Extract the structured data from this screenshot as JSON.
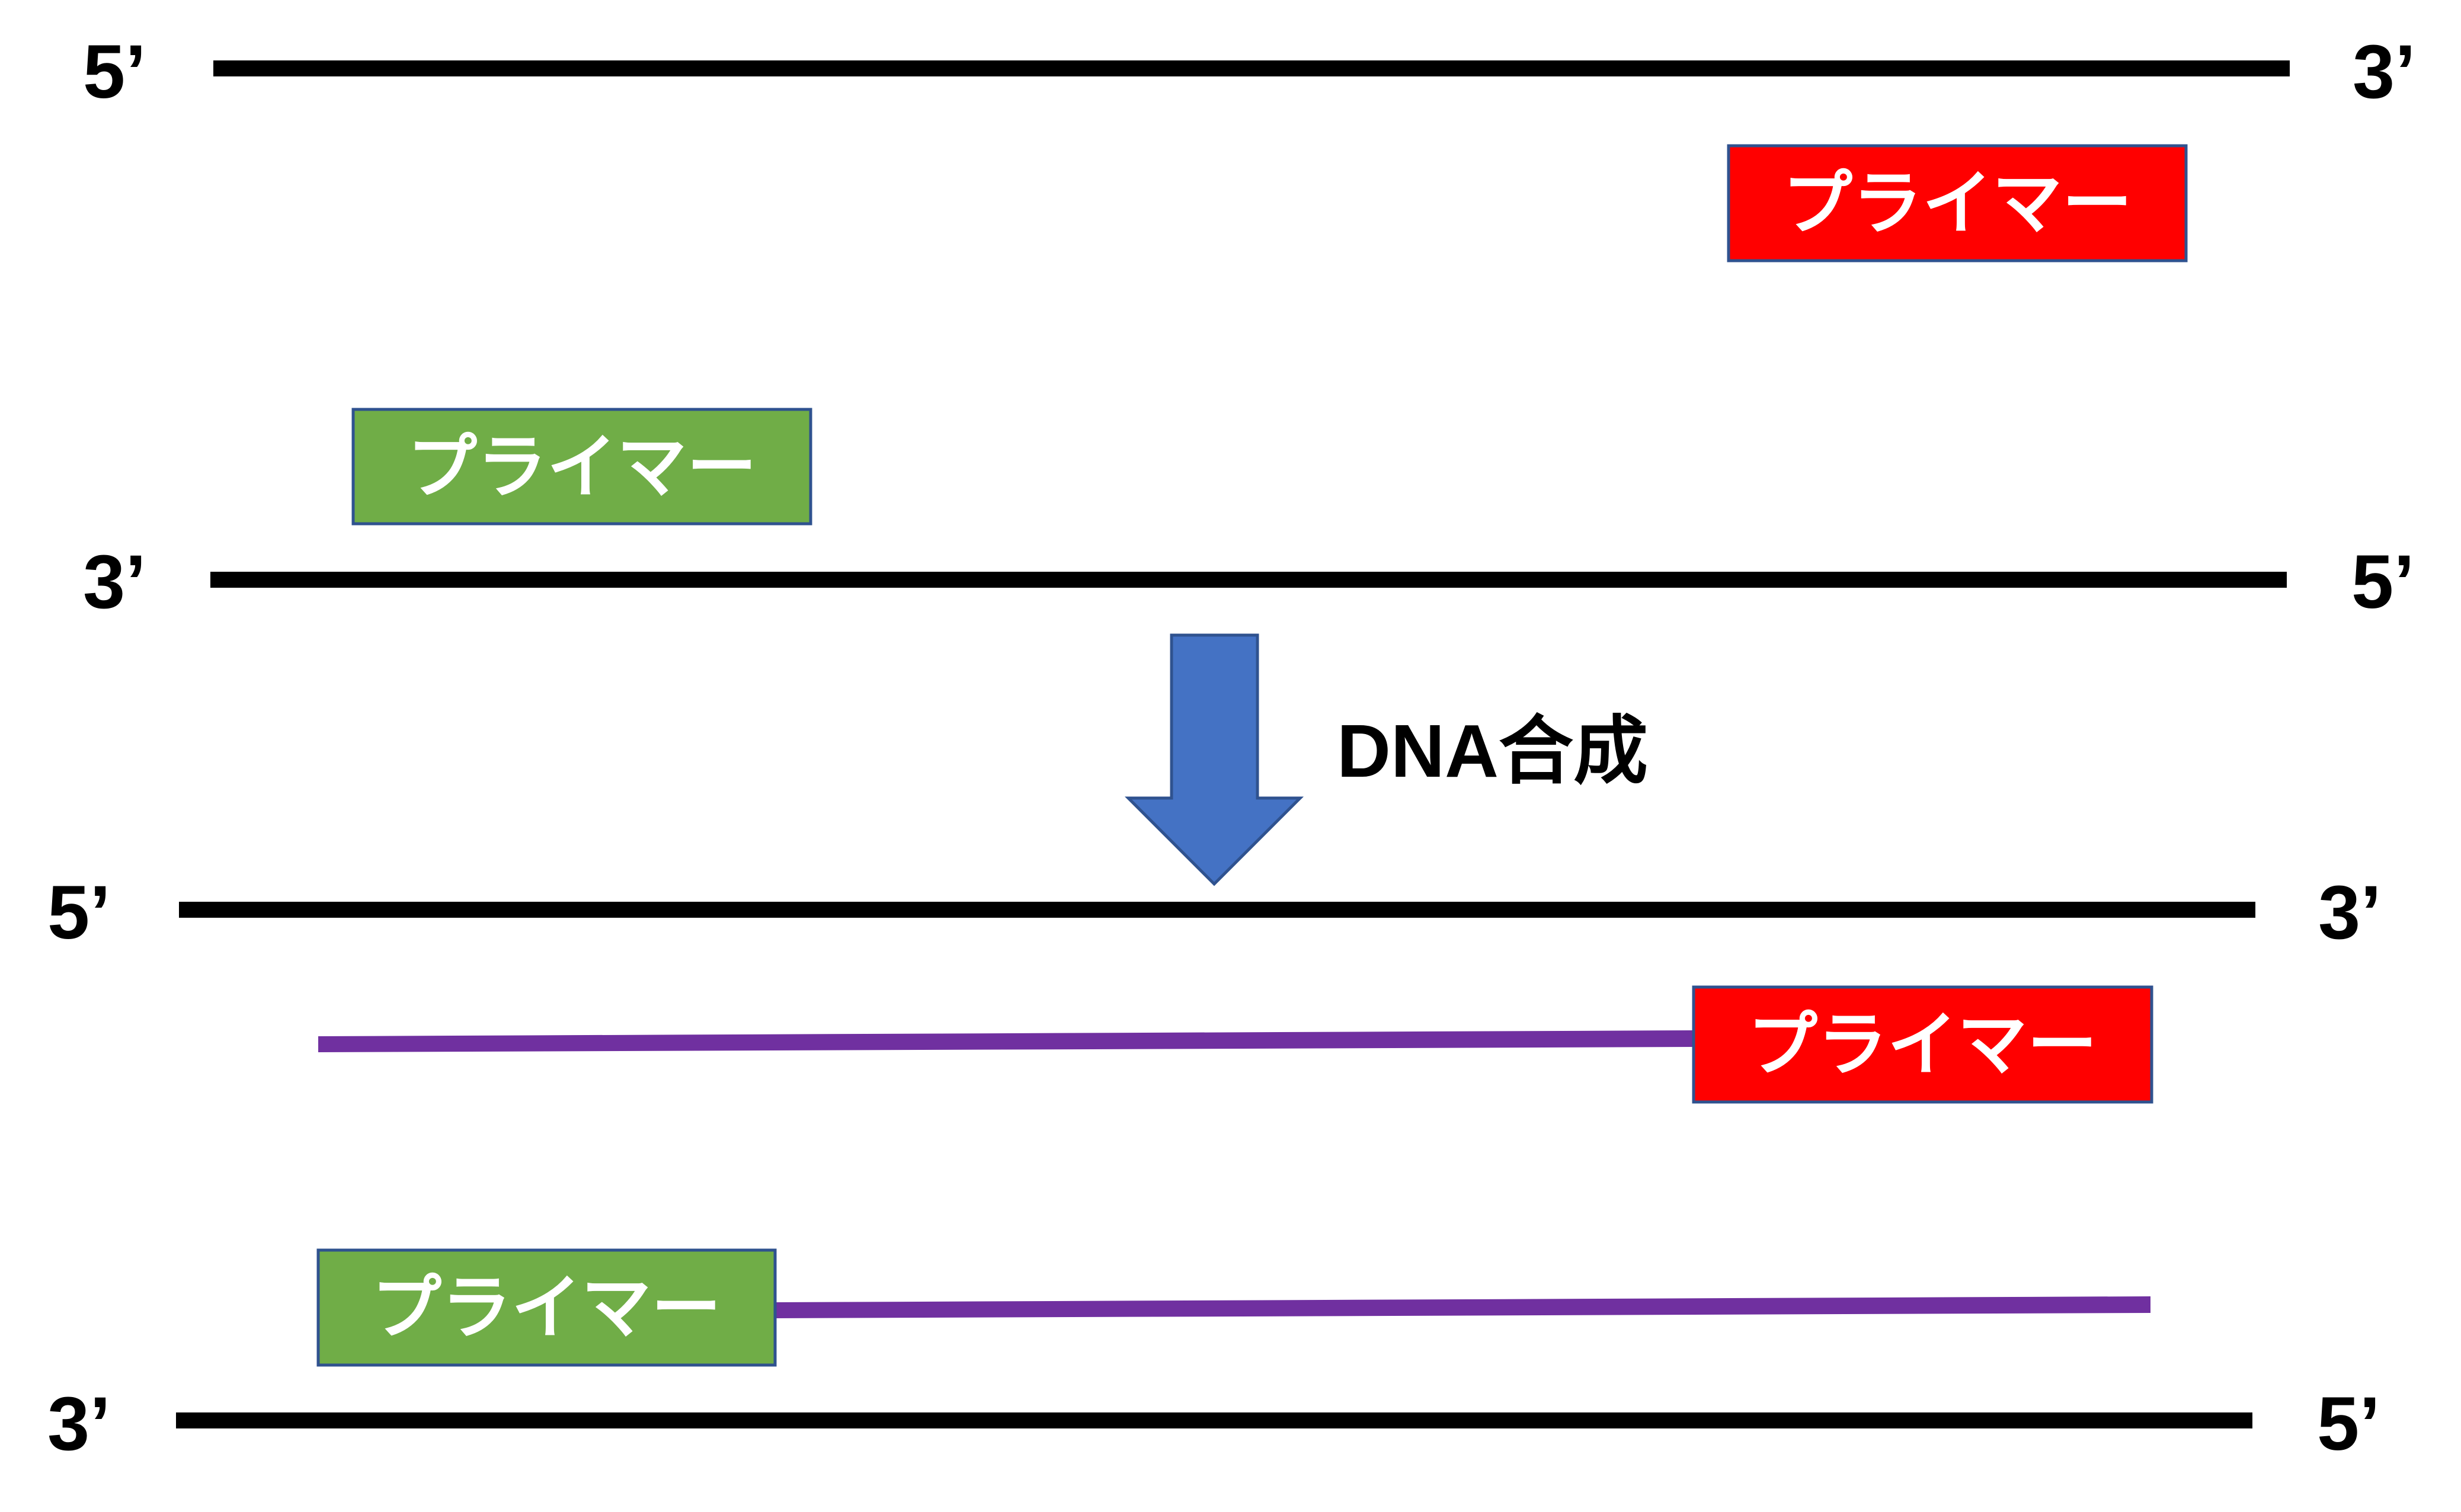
{
  "diagram": {
    "title": "PCR primer annealing and DNA synthesis",
    "colors": {
      "strand": "#000000",
      "synthesized": "#7030A0",
      "forward_primer": "#FF0000",
      "reverse_primer": "#70AD47",
      "primer_border": "#2F528F",
      "arrow_fill": "#4472C4",
      "arrow_stroke": "#2F528F",
      "primer_text": "#FFFFFF"
    },
    "before": {
      "top_strand": {
        "left_label": "5’",
        "right_label": "3’"
      },
      "bottom_strand": {
        "left_label": "3’",
        "right_label": "5’"
      },
      "red_primer": {
        "label": "プライマー"
      },
      "green_primer": {
        "label": "プライマー"
      }
    },
    "step": {
      "arrow_icon": "down-arrow",
      "label": "DNA合成"
    },
    "after": {
      "top_strand": {
        "left_label": "5’",
        "right_label": "3’"
      },
      "bottom_strand": {
        "left_label": "3’",
        "right_label": "5’"
      },
      "red_primer": {
        "label": "プライマー"
      },
      "green_primer": {
        "label": "プライマー"
      }
    }
  }
}
